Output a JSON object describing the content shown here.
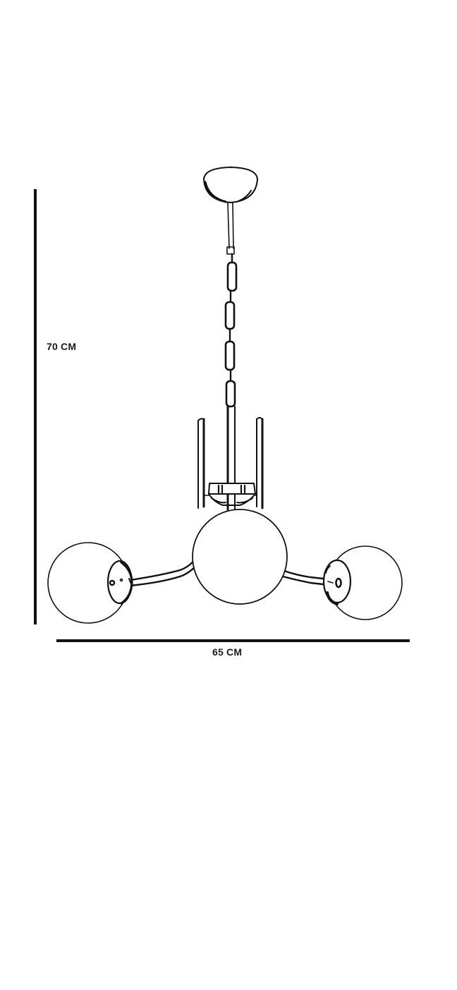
{
  "diagram": {
    "subject": "3-globe pendant chandelier line drawing",
    "colors": {
      "background": "#ffffff",
      "line": "#111111"
    },
    "dimensions": {
      "height": {
        "label": "70 CM",
        "orientation": "vertical"
      },
      "width": {
        "label": "65 CM",
        "orientation": "horizontal"
      }
    },
    "components": [
      {
        "name": "ceiling-canopy",
        "shape": "dome"
      },
      {
        "name": "down-rod",
        "shape": "rod"
      },
      {
        "name": "chain",
        "links": 4
      },
      {
        "name": "center-hub",
        "upright-rods": 3
      },
      {
        "name": "globe-left",
        "shape": "sphere"
      },
      {
        "name": "globe-center",
        "shape": "sphere"
      },
      {
        "name": "globe-right",
        "shape": "sphere"
      },
      {
        "name": "arm-left",
        "shape": "curved-tube"
      },
      {
        "name": "arm-right",
        "shape": "curved-tube"
      }
    ]
  }
}
